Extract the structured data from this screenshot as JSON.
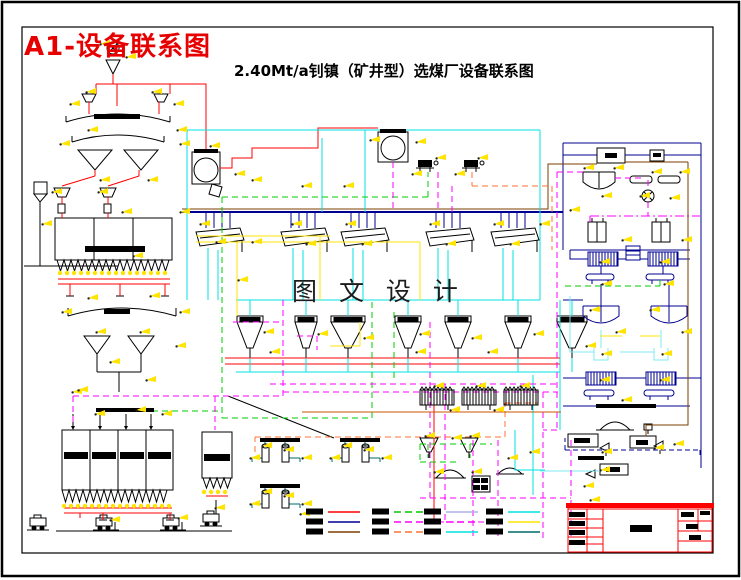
{
  "drawing": {
    "corner_label": "A1-设备联系图",
    "corner_label_color": "#e60000",
    "title": "2.40Mt/a钊镇（矿井型）选煤厂设备联系图",
    "watermark": "图 文 设 计"
  },
  "palette": {
    "red": "#ff0000",
    "navy": "#000090",
    "cyan": "#00e0e0",
    "light_cyan": "#7fe8f2",
    "magenta": "#ff00ff",
    "green": "#00cc00",
    "yellow": "#ffe400",
    "orange": "#ff7030",
    "brick": "#cc5500",
    "brown": "#7b3f00",
    "teal": "#006868",
    "black": "#000000",
    "title_block_border": "#ff0000"
  },
  "legend": {
    "items": [
      {
        "name": "line-sample-1",
        "color": "#ff0000",
        "style": "solid"
      },
      {
        "name": "line-sample-2",
        "color": "#000090",
        "style": "solid"
      },
      {
        "name": "line-sample-3",
        "color": "#7b3f00",
        "style": "solid"
      },
      {
        "name": "line-sample-4",
        "color": "#00cc00",
        "style": "dashed"
      },
      {
        "name": "line-sample-5",
        "color": "#ff00ff",
        "style": "dashed"
      },
      {
        "name": "line-sample-6",
        "color": "#ff7030",
        "style": "dashed"
      },
      {
        "name": "line-sample-7",
        "color": "#b0b0e8",
        "style": "solid"
      },
      {
        "name": "line-sample-8",
        "color": "#ff00ff",
        "style": "dashed"
      },
      {
        "name": "line-sample-9",
        "color": "#00e0e0",
        "style": "solid"
      },
      {
        "name": "line-sample-10",
        "color": "#00e0e0",
        "style": "solid"
      },
      {
        "name": "line-sample-11",
        "color": "#ffe400",
        "style": "solid"
      },
      {
        "name": "line-sample-12",
        "color": "#006868",
        "style": "solid"
      }
    ]
  }
}
